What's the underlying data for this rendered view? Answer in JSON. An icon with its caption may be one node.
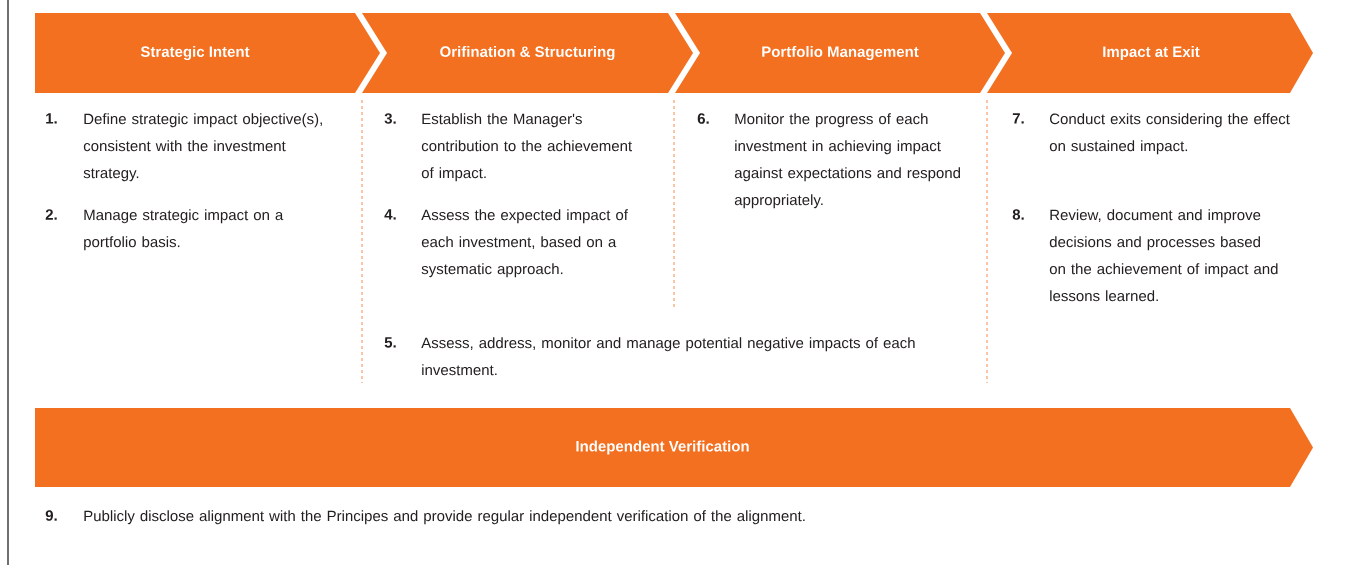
{
  "diagram": {
    "nodes": [
      {
        "text": [
          "Strategic Intent"
        ]
      },
      {
        "text": [
          "Orifination & Structuring"
        ]
      },
      {
        "text": [
          "Portfolio Management"
        ]
      },
      {
        "text": [
          "Impact at Exit"
        ]
      },
      {
        "text": [
          "Independent Verification"
        ]
      }
    ],
    "labels": [
      "1.",
      "Define strategic impact objective(s), consistent with the investment strategy.",
      "2.",
      "Manage strategic impact on a portfolio basis.",
      "3.",
      "Establish the Manager's contribution to the achievement of impact.",
      "4.",
      "Assess the expected impact of each investment, based on a systematic approach.",
      "5.",
      "Assess, address, monitor and manage potential negative impacts of each investment.",
      "6.",
      "Monitor the progress of each investment in achieving impact against expectations and respond appropriately.",
      "7.",
      "Conduct exits considering the effect on sustained impact.",
      "8.",
      "Review, document and improve decisions and processes based on the achievement of impact and lessons learned.",
      "9.",
      "Publicly disclose alignment with the Principes and provide regular independent verification of the alignment."
    ]
  }
}
